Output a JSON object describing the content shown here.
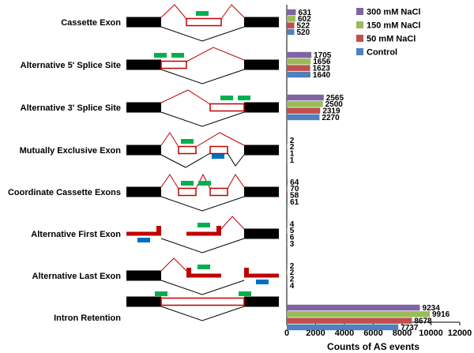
{
  "chart_data": {
    "type": "bar",
    "orientation": "horizontal",
    "categories": [
      "Cassette Exon",
      "Alternative 5' Splice Site",
      "Alternative 3' Splice Site",
      "Mutually Exclusive Exon",
      "Coordinate Cassette Exons",
      "Alternative First Exon",
      "Alternative Last Exon",
      "Intron Retention"
    ],
    "series": [
      {
        "name": "300 mM NaCl",
        "color": "#8064a2",
        "values": [
          631,
          1705,
          2565,
          2,
          64,
          4,
          2,
          9234
        ]
      },
      {
        "name": "150 mM NaCl",
        "color": "#9bbb59",
        "values": [
          602,
          1656,
          2500,
          2,
          70,
          5,
          2,
          9916
        ]
      },
      {
        "name": "50 mM NaCl",
        "color": "#c0504d",
        "values": [
          522,
          1623,
          2319,
          1,
          58,
          6,
          2,
          8678
        ]
      },
      {
        "name": "Control",
        "color": "#4f81bd",
        "values": [
          520,
          1640,
          2270,
          1,
          61,
          3,
          4,
          7737
        ]
      }
    ],
    "xlabel": "Counts of AS events",
    "xlim": [
      0,
      12000
    ],
    "xticks": [
      "0",
      "2000",
      "4000",
      "6000",
      "8000",
      "10000",
      "12000"
    ],
    "legend": "top-right",
    "grid": false
  },
  "diagram_colors": {
    "exon": "#000000",
    "alt_exon": "#c00000",
    "junction": "#c00000",
    "sense_probe": "#00b050",
    "antisense_probe": "#0070c0"
  }
}
